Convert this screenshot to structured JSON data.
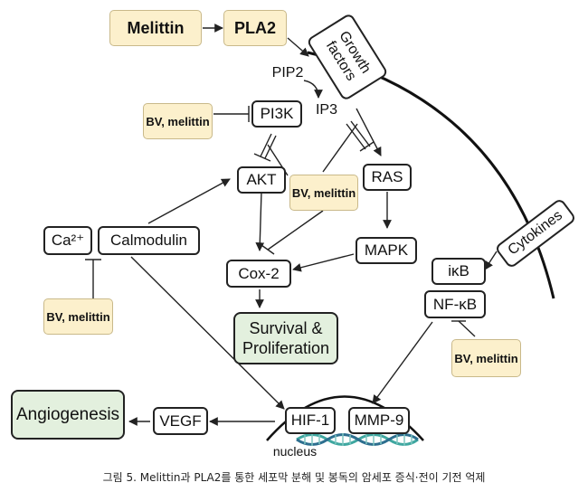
{
  "nodes": {
    "melittin": "Melittin",
    "pla2": "PLA2",
    "growth_factors": "Growth factors",
    "pip2": "PIP2",
    "ip3": "IP3",
    "pi3k": "PI3K",
    "akt": "AKT",
    "ras": "RAS",
    "calcium": "Ca²⁺",
    "calmodulin": "Calmodulin",
    "mapk": "MAPK",
    "cox2": "Cox-2",
    "survival": "Survival & Proliferation",
    "cytokines": "Cytokines",
    "ikb": "iκB",
    "nfkb": "NF-κB",
    "angiogenesis": "Angiogenesis",
    "vegf": "VEGF",
    "hif1": "HIF-1",
    "mmp9": "MMP-9",
    "nucleus": "nucleus"
  },
  "inhibitors": {
    "pi3k": "BV, melittin",
    "center": "BV, melittin",
    "calcium": "BV, melittin",
    "nfkb": "BV, melittin"
  },
  "caption": "그림 5. Melittin과 PLA2를 통한 세포막 분해 및 봉독의 암세포 증식·전이 기전 억제",
  "colors": {
    "inhibitor_fill": "#fcf0cc",
    "outcome_fill": "#e3f0de",
    "dna_teal": "#3fa7a0",
    "line": "#222222"
  }
}
